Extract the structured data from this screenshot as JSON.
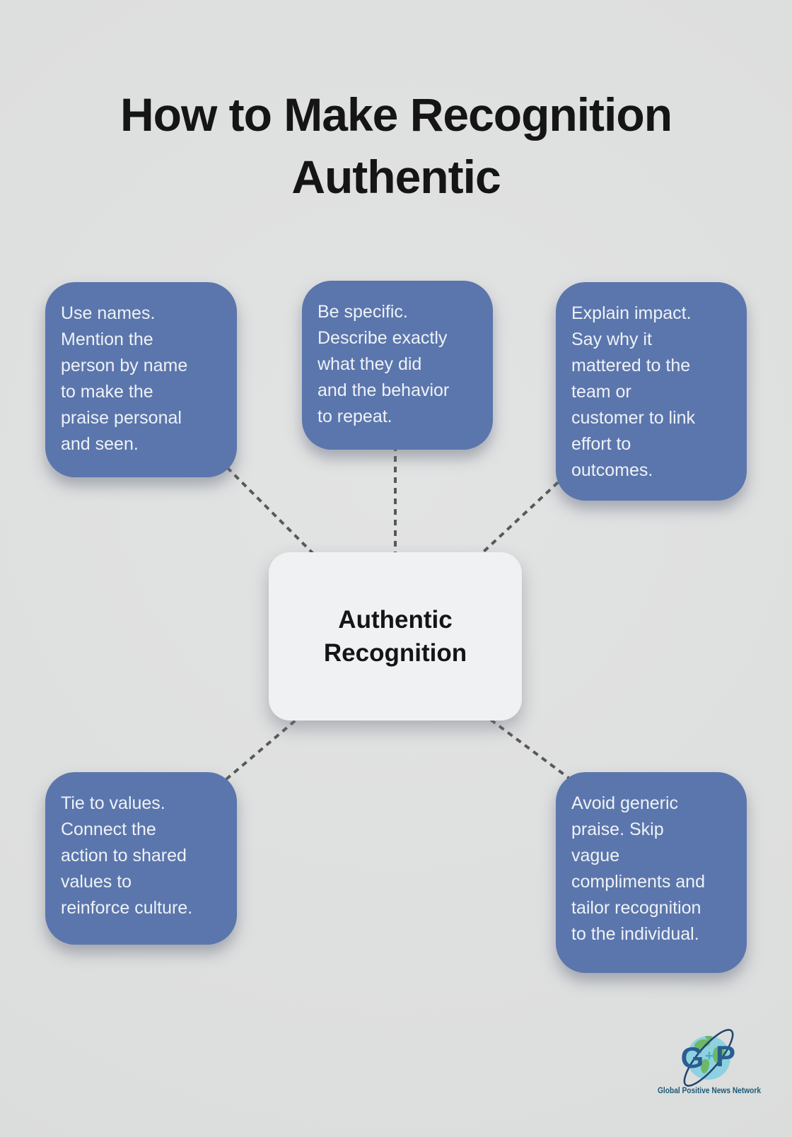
{
  "title_lines": [
    "How to Make Recognition",
    "Authentic"
  ],
  "center": {
    "label_lines": [
      "Authentic",
      "Recognition"
    ]
  },
  "cards": [
    {
      "id": "use-names",
      "lines": [
        "Use names.",
        "Mention the",
        "person by name",
        "to make the",
        "praise personal",
        "and seen."
      ]
    },
    {
      "id": "be-specific",
      "lines": [
        "Be specific.",
        "Describe exactly",
        "what they did",
        "and the behavior",
        "to repeat."
      ]
    },
    {
      "id": "explain-impact",
      "lines": [
        "Explain impact.",
        "Say why it",
        "mattered to the",
        "team or",
        "customer to link",
        "effort to",
        "outcomes."
      ]
    },
    {
      "id": "tie-to-values",
      "lines": [
        "Tie to values.",
        "Connect the",
        "action to shared",
        "values to",
        "reinforce culture."
      ]
    },
    {
      "id": "avoid-generic-praise",
      "lines": [
        "Avoid generic",
        "praise. Skip",
        "vague",
        "compliments and",
        "tailor recognition",
        "to the individual."
      ]
    }
  ],
  "logo": {
    "letter_g": "G",
    "plus": "+",
    "letter_p": "P",
    "caption": "Global Positive News Network"
  },
  "colors": {
    "background": "#dcdddd",
    "card_blue": "#5b76ac",
    "card_text": "#eef2f8",
    "center_fill": "#f0f1f2",
    "center_text": "#151515",
    "title_text": "#151515",
    "connector": "#58585a",
    "logo_navy": "#2a5d91",
    "logo_teal": "#3fb3c6",
    "logo_water": "#8ed1e0",
    "logo_land": "#6cb868",
    "logo_caption": "#1d5a75"
  }
}
